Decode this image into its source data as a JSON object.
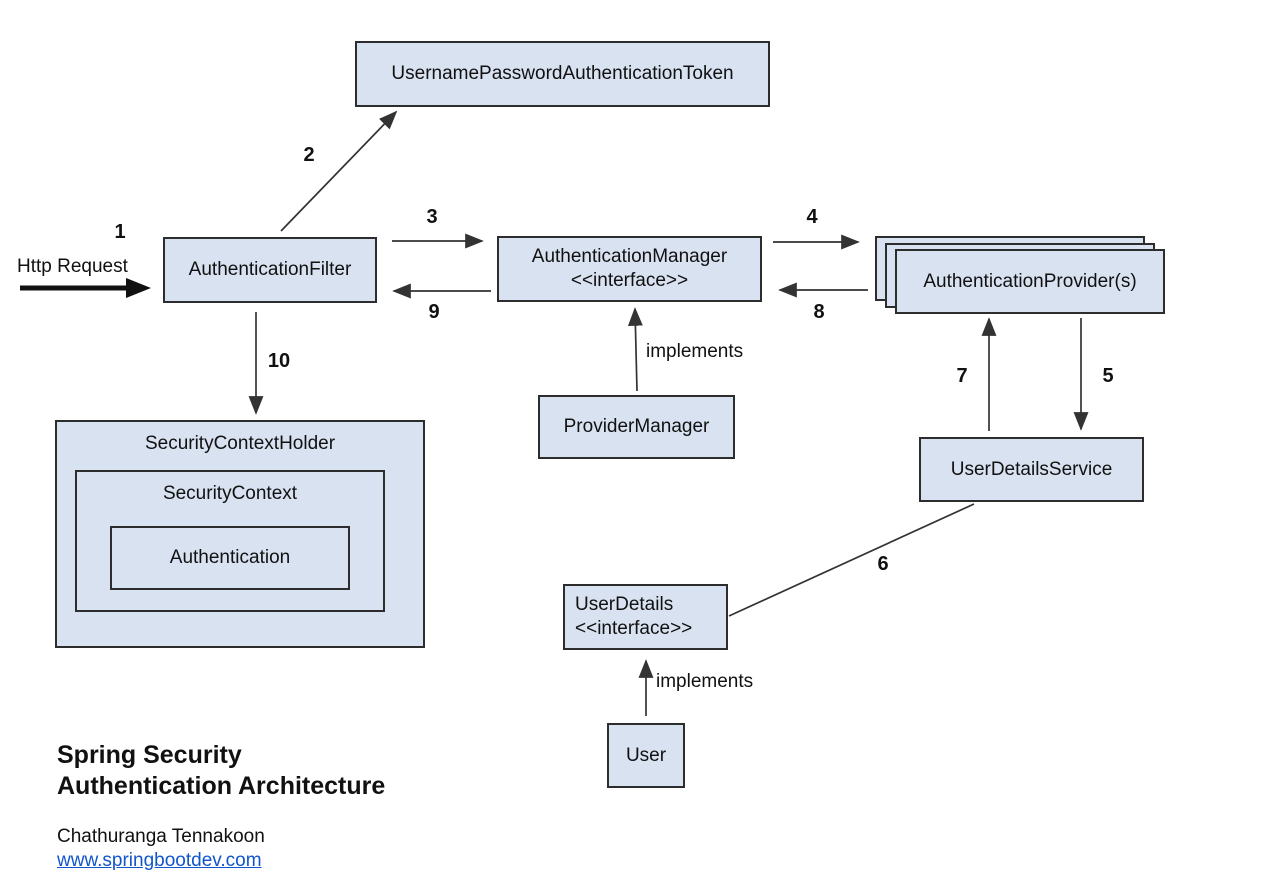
{
  "title": {
    "line1": "Spring Security",
    "line2": "Authentication Architecture"
  },
  "author": {
    "name": "Chathuranga Tennakoon",
    "website": "www.springbootdev.com"
  },
  "colors": {
    "box_fill": "#d9e2f1",
    "box_border": "#2d2d2d",
    "line": "#333333",
    "link_blue": "#1155cc"
  },
  "nodes": {
    "token": "UsernamePasswordAuthenticationToken",
    "auth_filter": "AuthenticationFilter",
    "auth_manager_line1": "AuthenticationManager",
    "auth_manager_line2": "<<interface>>",
    "auth_provider": "AuthenticationProvider(s)",
    "provider_manager": "ProviderManager",
    "user_details_service": "UserDetailsService",
    "user_details_line1": "UserDetails",
    "user_details_line2": "<<interface>>",
    "user": "User",
    "security_context_holder": "SecurityContextHolder",
    "security_context": "SecurityContext",
    "authentication": "Authentication"
  },
  "edge_labels": {
    "http_request": "Http Request",
    "step_1": "1",
    "step_2": "2",
    "step_3": "3",
    "step_4": "4",
    "step_5": "5",
    "step_6": "6",
    "step_7": "7",
    "step_8": "8",
    "step_9": "9",
    "step_10": "10",
    "implements_provider_manager": "implements",
    "implements_user": "implements"
  }
}
